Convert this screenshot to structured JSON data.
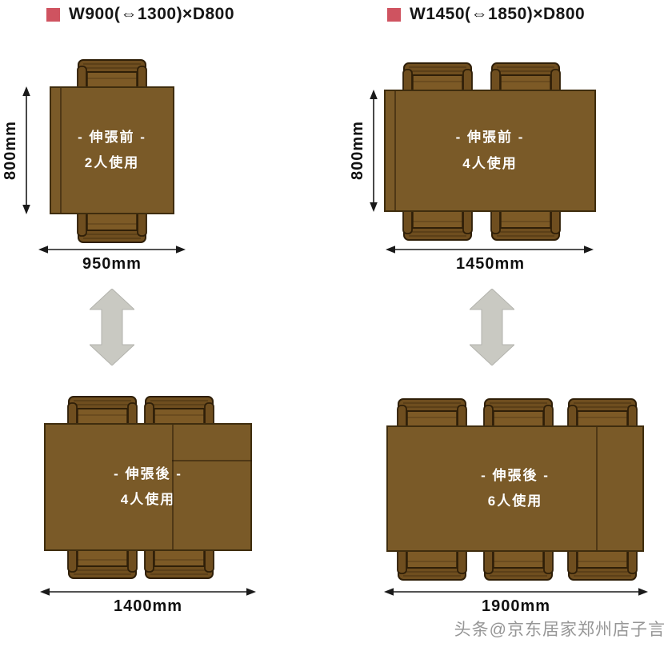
{
  "colors": {
    "accent_red": "#cf5360",
    "table_brown": "#7a5a28",
    "table_border": "#3f2d0e",
    "chair_fill": "#6f4e1f",
    "chair_seat": "#7d5a26",
    "chair_stroke": "#2f1f08",
    "arrow_gray": "#c9c9c2",
    "dim_color": "#1a1a1a"
  },
  "icons": {
    "legend": "red-square-icon",
    "chair": "chair-top-view-icon",
    "expand": "expand-double-arrow-icon",
    "dimension": "dimension-arrow-icon"
  },
  "left": {
    "header": "W900(⇔1300)×D800",
    "before": {
      "line1": "- 伸張前 -",
      "line2": "2人使用",
      "depth": "800mm",
      "width": "950mm"
    },
    "after": {
      "line1": "- 伸張後 -",
      "line2": "4人使用",
      "width": "1400mm"
    }
  },
  "right": {
    "header": "W1450(⇔1850)×D800",
    "before": {
      "line1": "- 伸張前 -",
      "line2": "4人使用",
      "depth": "800mm",
      "width": "1450mm"
    },
    "after": {
      "line1": "- 伸張後 -",
      "line2": "6人使用",
      "width": "1900mm"
    }
  },
  "watermark": "头条@京东居家郑州店子言"
}
